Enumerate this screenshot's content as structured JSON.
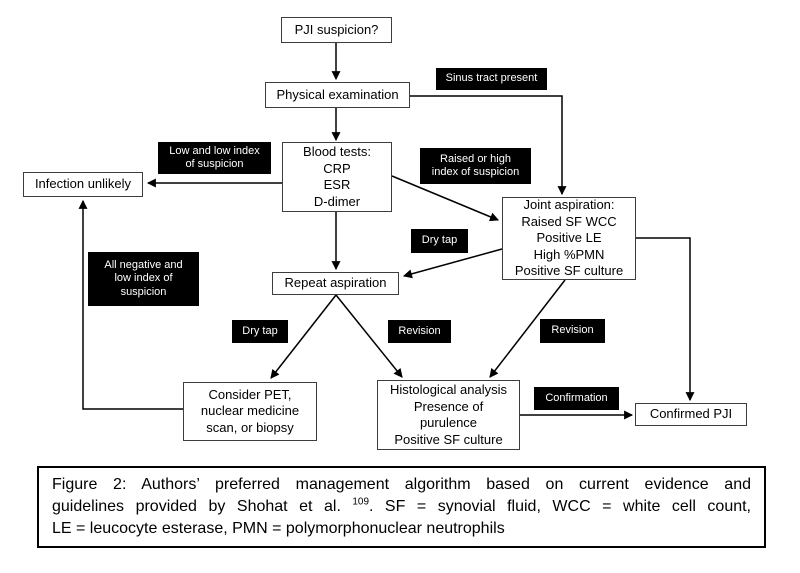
{
  "colors": {
    "background": "#ffffff",
    "node_background": "#ffffff",
    "node_border": "#3d3d3d",
    "edge_label_background": "#000000",
    "edge_label_text": "#ffffff",
    "arrow": "#000000",
    "caption_border": "#000000"
  },
  "nodes": {
    "pji_suspicion": "PJI suspicion?",
    "physical_examination": "Physical examination",
    "blood_tests": "Blood tests:\nCRP\nESR\nD-dimer",
    "infection_unlikely": "Infection unlikely",
    "joint_aspiration": "Joint aspiration:\nRaised SF WCC\nPositive LE\nHigh %PMN\nPositive SF culture",
    "repeat_aspiration": "Repeat aspiration",
    "consider_pet": "Consider PET,\nnuclear medicine\nscan, or biopsy",
    "histological_analysis": "Histological analysis\nPresence of\npurulence\nPositive SF culture",
    "confirmed_pji": "Confirmed PJI"
  },
  "edge_labels": {
    "sinus_tract_present": "Sinus tract present",
    "low_and_low_index": "Low and low index\nof suspicion",
    "raised_or_high_index": "Raised or high\nindex of suspicion",
    "all_negative_low_index": "All negative and\nlow index of\nsuspicion",
    "dry_tap_joint": "Dry tap",
    "dry_tap_repeat": "Dry tap",
    "revision_repeat": "Revision",
    "revision_joint": "Revision",
    "confirmation": "Confirmation"
  },
  "caption": {
    "line1": "Figure 2: Authors’ preferred management algorithm based on current evidence and",
    "line2_before_sup": "guidelines provided by Shohat et al. ",
    "line2_sup": "109",
    "line2_after_sup": ". SF = synovial fluid, WCC = white cell count,",
    "line3": "LE = leucocyte esterase, PMN = polymorphonuclear neutrophils"
  }
}
